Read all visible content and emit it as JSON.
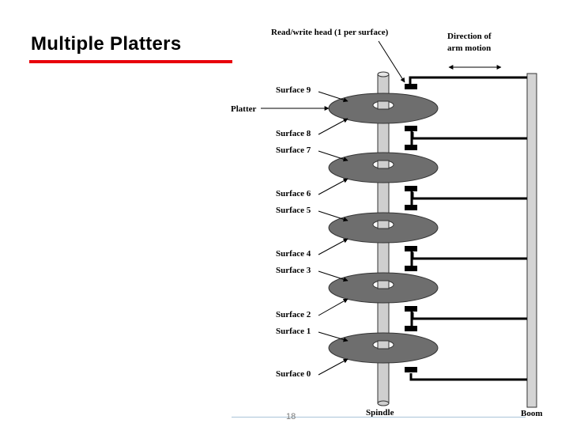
{
  "slide": {
    "title": "Multiple Platters",
    "page_number": "18"
  },
  "diagram": {
    "head_label": "Read/write head (1 per surface)",
    "direction_label_line1": "Direction of",
    "direction_label_line2": "arm motion",
    "platter_label": "Platter",
    "spindle_label": "Spindle",
    "boom_label": "Boom",
    "surfaces": [
      "Surface 9",
      "Surface 8",
      "Surface 7",
      "Surface 6",
      "Surface 5",
      "Surface 4",
      "Surface 3",
      "Surface 2",
      "Surface 1",
      "Surface 0"
    ],
    "platter_count": 5,
    "colors": {
      "platter": "#6e6e6e",
      "spindle": "#cfcfcf",
      "boom": "#d4d4d4",
      "title_rule": "#e8000b"
    }
  }
}
